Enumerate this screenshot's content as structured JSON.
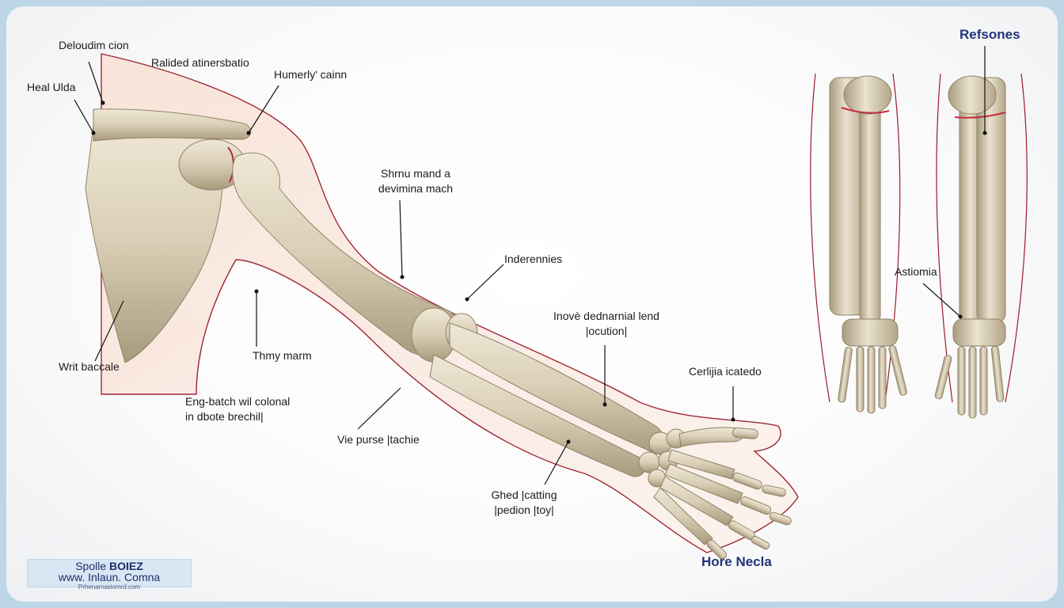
{
  "labels": {
    "delouditn": "Deloudim cion",
    "heal_ulda": "Heal Ulda",
    "ralided": "Ralided atinersbatio",
    "humerly": "Humerly' cainn",
    "shrnu_1": "Shrnu mand a",
    "shrnu_2": "devimina mach",
    "inderennies": "Inderennies",
    "thmy_marm": "Thmy marm",
    "writ_baccale": "Writ baccale",
    "engbatch_1": "Eng-batch wil colonal",
    "engbatch_2": "in dbote brechil|",
    "vie_purse": "Vie purse |tachie",
    "inove_1": "Inovè dednarnial lend",
    "inove_2": "|ocution|",
    "cerlijia": "Cerlijia icatedo",
    "ghed_1": "Ghed |catting",
    "ghed_2": "|pedion |toy|",
    "astiomia": "Astiomia"
  },
  "titles": {
    "refsones": "Refsones",
    "hore_necla": "Hore Necla"
  },
  "brand": {
    "line1_prefix": "Spolle ",
    "line1_bold": "BOIEZ",
    "line2": "www. Inlaun. Comna",
    "line3": "Prhenamasiomrd.com"
  },
  "colors": {
    "bone": "#ddd3bd",
    "bone_shadow": "#9c8f73",
    "outline": "#9a1c2c",
    "title_blue": "#23357a"
  }
}
